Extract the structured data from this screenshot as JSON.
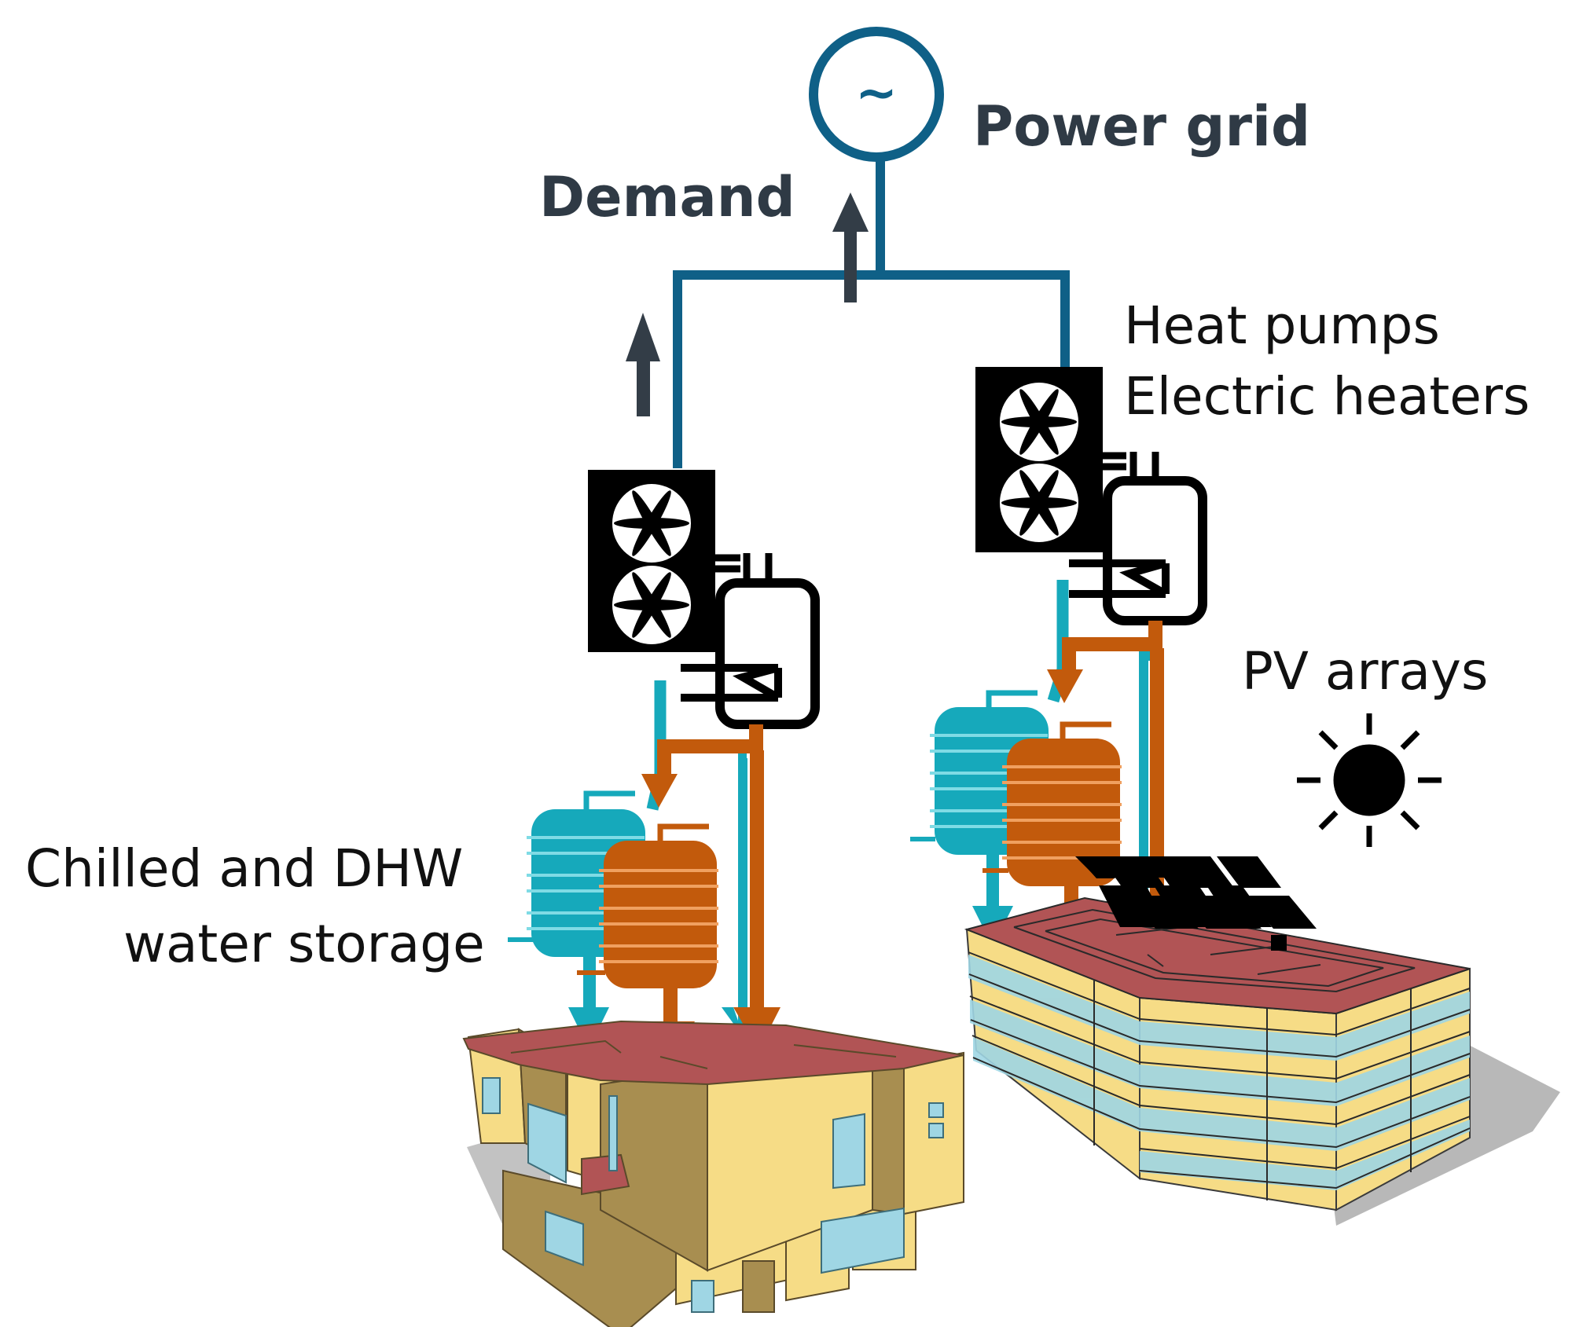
{
  "title": "Building energy system: power grid, heat pumps, water storage and PV arrays",
  "labels": {
    "power_grid": "Power grid",
    "grid_symbol": "~",
    "demand": "Demand",
    "heat_pumps_line1": "Heat pumps",
    "heat_pumps_line2": "Electric heaters",
    "storage_line1": "Chilled and DHW",
    "storage_line2": "water storage",
    "pv": "PV arrays"
  },
  "colors": {
    "grid_line": "#0f6087",
    "arrow_dark": "#333d47",
    "chilled": "#16a9bb",
    "hot": "#c25a0c",
    "roof": "#b15455",
    "wall": "#f6dc86",
    "wall_shade": "#a88e50",
    "glass": "#9fd6e4"
  },
  "nodes": [
    {
      "id": "power-grid",
      "label": "Power grid"
    },
    {
      "id": "heat-pump-house",
      "label": "Heat pump + electric heater (house)"
    },
    {
      "id": "heat-pump-office",
      "label": "Heat pump + electric heater (office)"
    },
    {
      "id": "chilled-tank-house",
      "label": "Chilled water tank"
    },
    {
      "id": "dhw-tank-house",
      "label": "DHW tank"
    },
    {
      "id": "chilled-tank-office",
      "label": "Chilled water tank"
    },
    {
      "id": "dhw-tank-office",
      "label": "DHW tank"
    },
    {
      "id": "house",
      "label": "Residential building"
    },
    {
      "id": "office",
      "label": "Office building"
    },
    {
      "id": "pv-array",
      "label": "PV arrays"
    },
    {
      "id": "sun",
      "label": "Sun"
    }
  ]
}
